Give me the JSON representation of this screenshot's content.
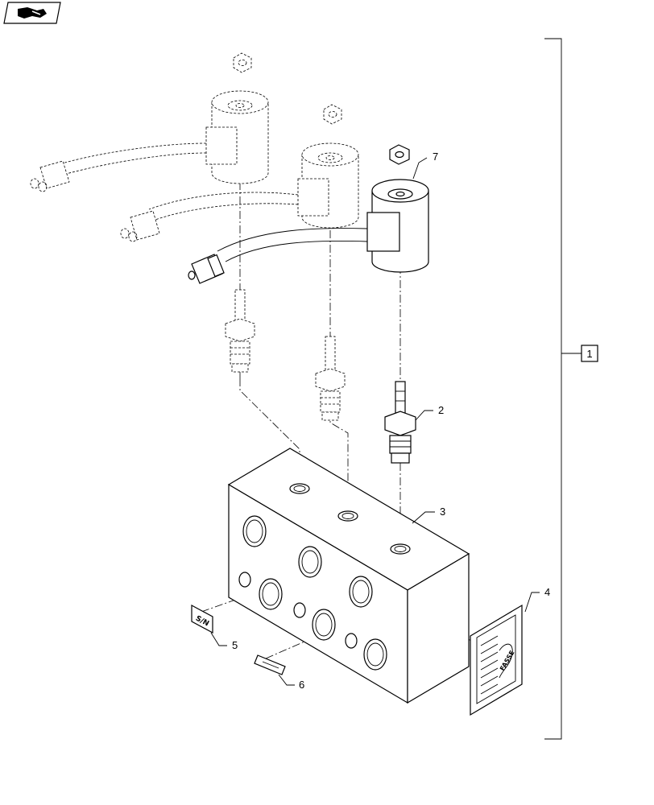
{
  "callouts": {
    "assembly": "1",
    "cartridge_valve": "2",
    "manifold_block": "3",
    "decal_sheet": "4",
    "serial_plate": "5",
    "small_label": "6",
    "solenoid_coil": "7"
  },
  "serial_plate_text": "S/N",
  "decal_brand_text": "FASSE",
  "icons": {
    "corner_badge": "book-hand-icon"
  },
  "colors": {
    "line": "#000000",
    "background": "#ffffff"
  }
}
